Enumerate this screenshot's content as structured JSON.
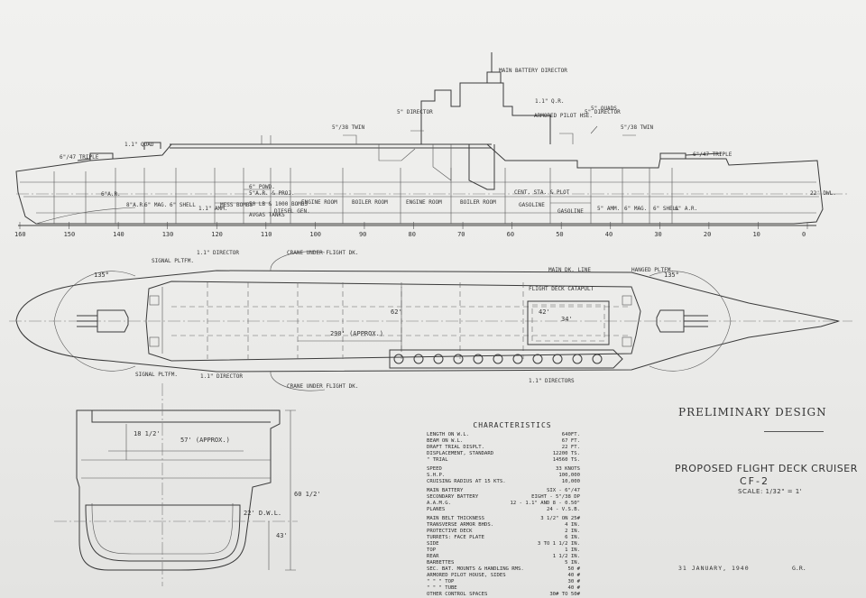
{
  "profile": {
    "scale_ticks": [
      "160",
      "150",
      "140",
      "130",
      "120",
      "110",
      "100",
      "90",
      "80",
      "70",
      "60",
      "50",
      "40",
      "30",
      "20",
      "10",
      "0"
    ],
    "compartments": [
      "6\"A.R.",
      "8\"A.R.",
      "6\" MAG.",
      "6\" SHELL",
      "1.1\" AMM.",
      "MESS BOMBS",
      "5\"A.R. & PROJ.",
      "50 LB & 1000 BOMBS",
      "AVGAS TANKS",
      "6\" POWD.",
      "DIESEL GEN.",
      "ENGINE ROOM",
      "BOILER ROOM",
      "ENGINE ROOM",
      "BOILER ROOM",
      "GASOLINE",
      "CENT. STA. & PLOT",
      "GASOLINE",
      "5\" AMM.",
      "6\" MAG.",
      "6\" SHELL",
      "6\" A.R."
    ],
    "labels": [
      "MAIN BATTERY DIRECTOR",
      "5\" DIRECTOR",
      "5\" DIRECTOR",
      "5\"/38 TWIN",
      "5\"/38 TWIN",
      "6\"/47 TRIPLE",
      "6\"/47 TRIPLE",
      "1.1\" QUAD",
      "1.1\" Q.R.",
      "ARMORED PILOT HSE.",
      "5\" QUADS",
      "22' DWL."
    ]
  },
  "plan": {
    "labels": [
      "SIGNAL PLTFM.",
      "1.1\" DIRECTOR",
      "CRANE UNDER FLIGHT DK.",
      "MAIN DK. LINE",
      "HANGED PLTFM.",
      "FLIGHT DECK CATAPULT",
      "SIGNAL PLTFM.",
      "1.1\" DIRECTOR",
      "CRANE UNDER FLIGHT DK.",
      "1.1\" DIRECTORS",
      "135°",
      "135°",
      "62'",
      "290' (APPROX.)",
      "42'",
      "34'"
    ]
  },
  "section": {
    "labels": [
      "18 1/2'",
      "57' (APPROX.)",
      "60 1/2'",
      "43'",
      "22' D.W.L."
    ]
  },
  "characteristics": {
    "heading": "CHARACTERISTICS",
    "rows": [
      {
        "k": "LENGTH ON W.L.",
        "v": "640FT."
      },
      {
        "k": "BEAM ON W.L.",
        "v": "67 FT."
      },
      {
        "k": "DRAFT TRIAL DISPLT.",
        "v": "22 FT."
      },
      {
        "k": "DISPLACEMENT, STANDARD",
        "v": "12200 TS."
      },
      {
        "k": "\"         TRIAL",
        "v": "14560 TS."
      },
      {
        "k": "",
        "v": ""
      },
      {
        "k": "SPEED",
        "v": "33 KNOTS"
      },
      {
        "k": "S.H.P.",
        "v": "100,000"
      },
      {
        "k": "CRUISING RADIUS AT 15 KTS.",
        "v": "10,000"
      },
      {
        "k": "",
        "v": ""
      },
      {
        "k": "MAIN BATTERY",
        "v": "SIX - 6\"/47"
      },
      {
        "k": "SECONDARY BATTERY",
        "v": "EIGHT - 5\"/38 DP"
      },
      {
        "k": "A.A.M.G.",
        "v": "12 - 1.1\" AND  8 - 0.50\""
      },
      {
        "k": "PLANES",
        "v": "24 - V.S.B."
      },
      {
        "k": "",
        "v": ""
      },
      {
        "k": "MAIN BELT THICKNESS",
        "v": "3 1/2\" ON 25#"
      },
      {
        "k": "TRANSVERSE ARMOR BHDS.",
        "v": "4 IN."
      },
      {
        "k": "PROTECTIVE DECK",
        "v": "2 IN."
      },
      {
        "k": "TURRETS:  FACE PLATE",
        "v": "6 IN."
      },
      {
        "k": "SIDE",
        "v": "3 TO 1 1/2 IN."
      },
      {
        "k": "TOP",
        "v": "1 IN."
      },
      {
        "k": "REAR",
        "v": "1 1/2 IN."
      },
      {
        "k": "BARBETTES",
        "v": "5 IN."
      },
      {
        "k": "SEC. BAT. MOUNTS & HANDLING RMS.",
        "v": "50 #"
      },
      {
        "k": "ARMORED PILOT HOUSE,  SIDES",
        "v": "40 #"
      },
      {
        "k": "\"        \"      \"    TOP",
        "v": "30 #"
      },
      {
        "k": "\"        \"      \"    TUBE",
        "v": "40 #"
      },
      {
        "k": "OTHER CONTROL SPACES",
        "v": "30# TO 50#"
      }
    ]
  },
  "title_block": {
    "preliminary": "PRELIMINARY DESIGN",
    "title": "PROPOSED FLIGHT DECK CRUISER",
    "designation": "CF-2",
    "scale": "SCALE: 1/32\" = 1'",
    "date": "31 JANUARY, 1940",
    "initials": "G.R."
  }
}
